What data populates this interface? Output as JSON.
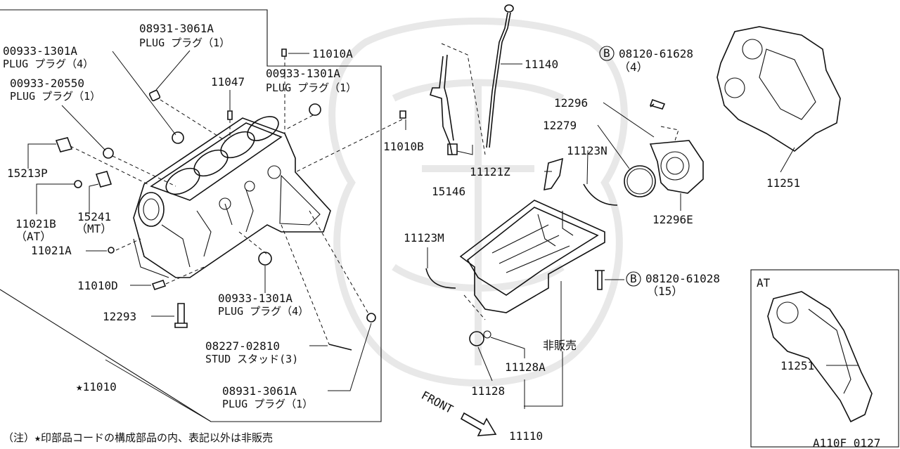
{
  "diagram": {
    "labels": {
      "plug_08931_top": "08931-3061A",
      "plug_08931_top_desc": "PLUG プラグ（1）",
      "plug_00933_1301_left": "00933-1301A",
      "plug_00933_1301_left_desc": "PLUG プラグ（4）",
      "plug_00933_20550": "00933-20550",
      "plug_00933_20550_desc": "PLUG プラグ（1）",
      "p11047": "11047",
      "p11010A": "11010A",
      "plug_00933_1301_right": "00933-1301A",
      "plug_00933_1301_right_desc": "PLUG プラグ（1）",
      "p11010B": "11010B",
      "p15213P": "15213P",
      "p11021B": "11021B",
      "p11021B_note": "（AT）",
      "p15241": "15241",
      "p15241_note": "（MT）",
      "p11021A": "11021A",
      "p11010D": "11010D",
      "p12293": "12293",
      "plug_00933_1301_bottom": "00933-1301A",
      "plug_00933_1301_bottom_desc": "PLUG プラグ（4）",
      "stud_08227": "08227-02810",
      "stud_08227_desc": "STUD スタッド(3)",
      "plug_08931_bottom": "08931-3061A",
      "plug_08931_bottom_desc": "PLUG プラグ（1）",
      "p11010_star": "★11010",
      "p11140": "11140",
      "p15146": "15146",
      "p11121Z": "11121Z",
      "p11123N": "11123N",
      "p11123M": "11123M",
      "p12296": "12296",
      "p12279": "12279",
      "p12296E": "12296E",
      "bolt_08120_61628": "08120-61628",
      "bolt_08120_61628_qty": "（4）",
      "bolt_08120_61028": "08120-61028",
      "bolt_08120_61028_qty": "（15）",
      "bolt_prefix": "B",
      "p11251_top": "11251",
      "p11251_at": "11251",
      "at_box": "AT",
      "p11128": "11128",
      "p11128A": "11128A",
      "not_for_sale": "非販売",
      "p11110": "11110",
      "front": "FRONT",
      "footnote": "（注）★印部品コードの構成部品の内、表記以外は非販売",
      "figure_code": "A110F 0127"
    }
  }
}
